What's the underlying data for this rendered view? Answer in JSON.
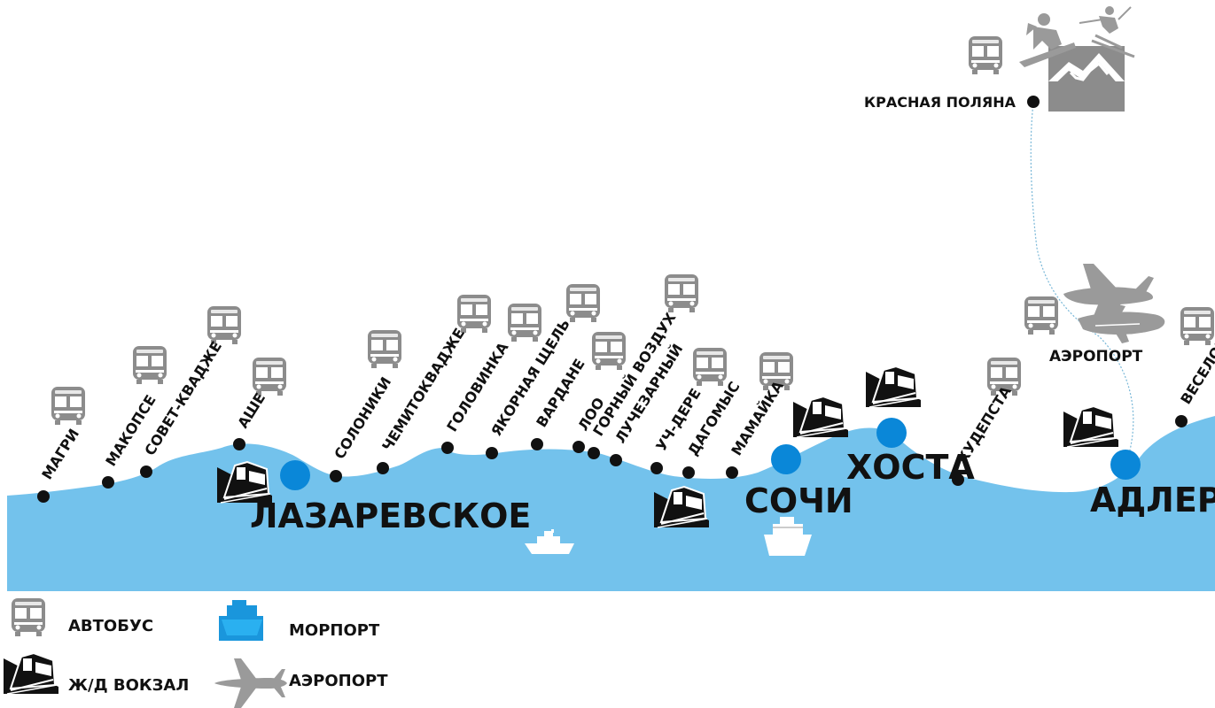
{
  "colors": {
    "sea": "#73c2ec",
    "city_dot": "#0a87d8",
    "bus": "#8c8c8c",
    "station_dot": "#111111",
    "legend_port": "#1a96dc"
  },
  "stations": [
    "МАГРИ",
    "МАКОПСЕ",
    "СОВЕТ-КВАДЖЕ",
    "АШЕ",
    "СОЛОНИКИ",
    "ЧЕМИТОКВАДЖЕ",
    "ГОЛОВИНКА",
    "ЯКОРНАЯ ЩЕЛЬ",
    "ВАРДАНЕ",
    "ЛОО",
    "ГОРНЫЙ ВОЗДУХ",
    "ЛУЧЕЗАРНЫЙ",
    "УЧ-ДЕРЕ",
    "ДАГОМЫС",
    "МАМАЙКА",
    "КУДЕПСТА",
    "ВЕСЕЛОЕ"
  ],
  "cities": [
    "ЛАЗАРЕВСКОЕ",
    "СОЧИ",
    "ХОСТА",
    "АДЛЕР"
  ],
  "mountain": {
    "label": "КРАСНАЯ ПОЛЯНА",
    "icons": [
      "snowboarder-icon",
      "skier-icon",
      "mountain-icon",
      "bus-icon"
    ]
  },
  "airport_label": "АЭРОПОРТ",
  "legend": [
    {
      "icon": "bus-icon",
      "label": "АВТОБУС"
    },
    {
      "icon": "port-icon",
      "label": "МОРПОРТ"
    },
    {
      "icon": "train-icon",
      "label": "Ж/Д ВОКЗАЛ"
    },
    {
      "icon": "plane-icon",
      "label": "АЭРОПОРТ"
    }
  ]
}
